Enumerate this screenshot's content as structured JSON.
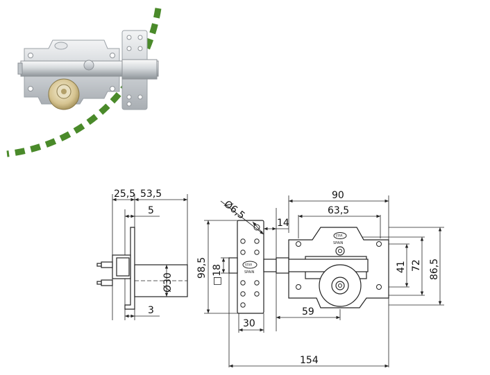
{
  "product": {
    "badge_text": "STAR",
    "plate_text": "SPAIN"
  },
  "colors": {
    "dash_green": "#4a8a2a",
    "metal_light": "#e4e6e8",
    "metal_mid": "#c3c7cb",
    "metal_dark": "#8d9297",
    "brass": "#d9c79a"
  },
  "dimensions": {
    "side_width_1": "25,5",
    "side_width_2": "53,5",
    "side_offset": "5",
    "side_diameter": "Ø30",
    "side_bottom": "3",
    "hole_diameter": "Ø6,5",
    "gap": "14",
    "overall_height": "98,5",
    "bolt_square": "□18",
    "plate_width": "30",
    "body_width": "90",
    "hole_spacing": "63,5",
    "bolt_offset": "59",
    "hole_vertical": "41",
    "body_inner_height": "72",
    "body_height": "86,5",
    "overall_length": "154"
  }
}
